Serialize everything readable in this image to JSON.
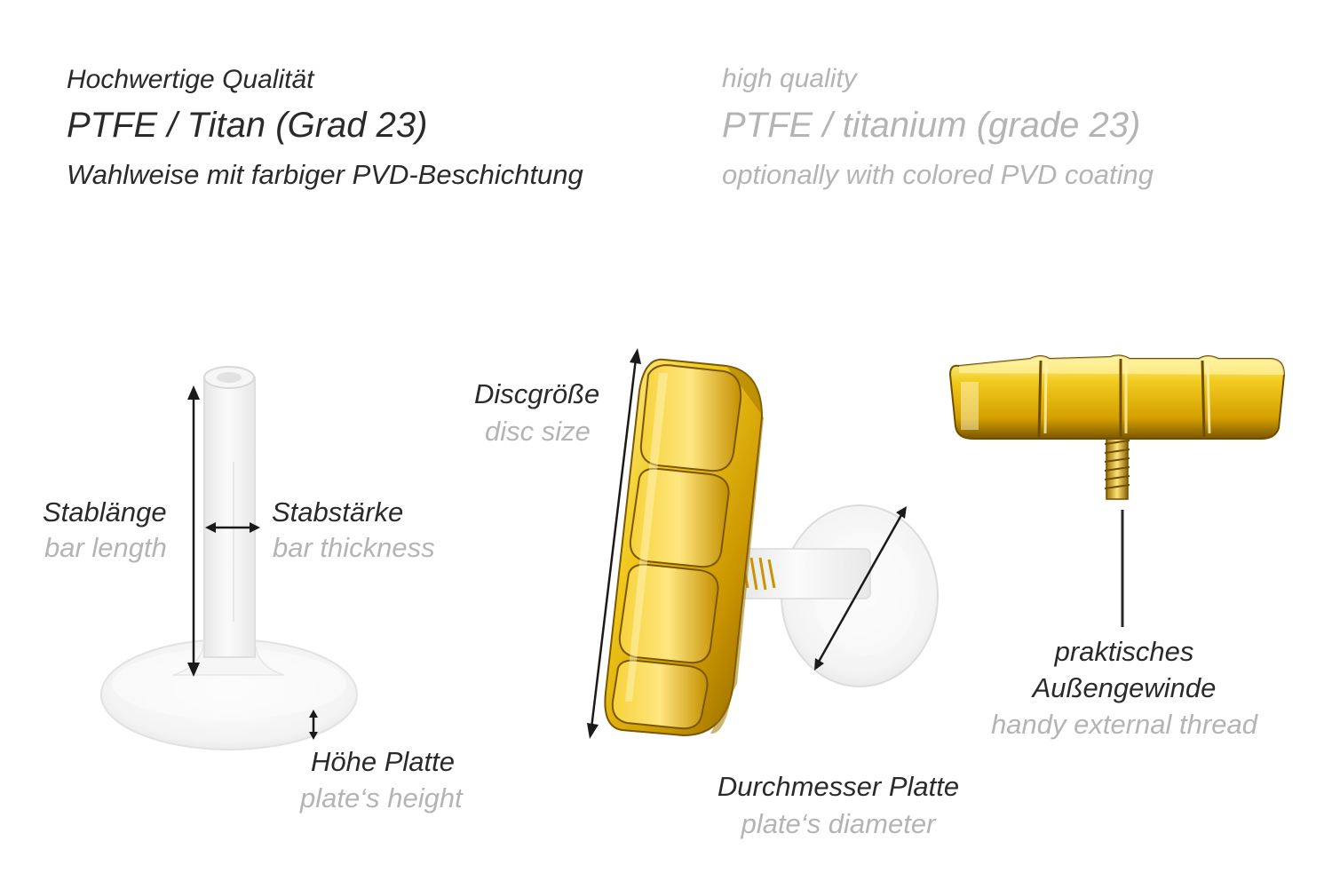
{
  "colors": {
    "dark_text": "#2a2a2a",
    "light_text": "#b4b4b4",
    "gold": "#e0b000",
    "gold_dark": "#8a6200",
    "gold_light": "#fff3a0",
    "ptfe_white": "#f4f4f4"
  },
  "header": {
    "de": {
      "line1": "Hochwertige Qualität",
      "line2": "PTFE / Titan (Grad 23)",
      "line3": "Wahlweise mit farbiger PVD-Beschichtung"
    },
    "en": {
      "line1": "high quality",
      "line2": "PTFE / titanium (grade 23)",
      "line3": "optionally with colored PVD coating"
    }
  },
  "labels": {
    "bar_length": {
      "de": "Stablänge",
      "en": "bar length"
    },
    "bar_thickness": {
      "de": "Stabstärke",
      "en": "bar thickness"
    },
    "plate_height": {
      "de": "Höhe Platte",
      "en": "plate‘s height"
    },
    "disc_size": {
      "de": "Discgröße",
      "en": "disc size"
    },
    "plate_diameter": {
      "de": "Durchmesser Platte",
      "en": "plate‘s diameter"
    },
    "thread": {
      "de1": "praktisches",
      "de2": "Außengewinde",
      "en": "handy external thread"
    }
  },
  "icons": [
    "arrow-icon",
    "ptfe-labret-bar-image",
    "gold-disc-front-image",
    "gold-disc-side-image"
  ]
}
